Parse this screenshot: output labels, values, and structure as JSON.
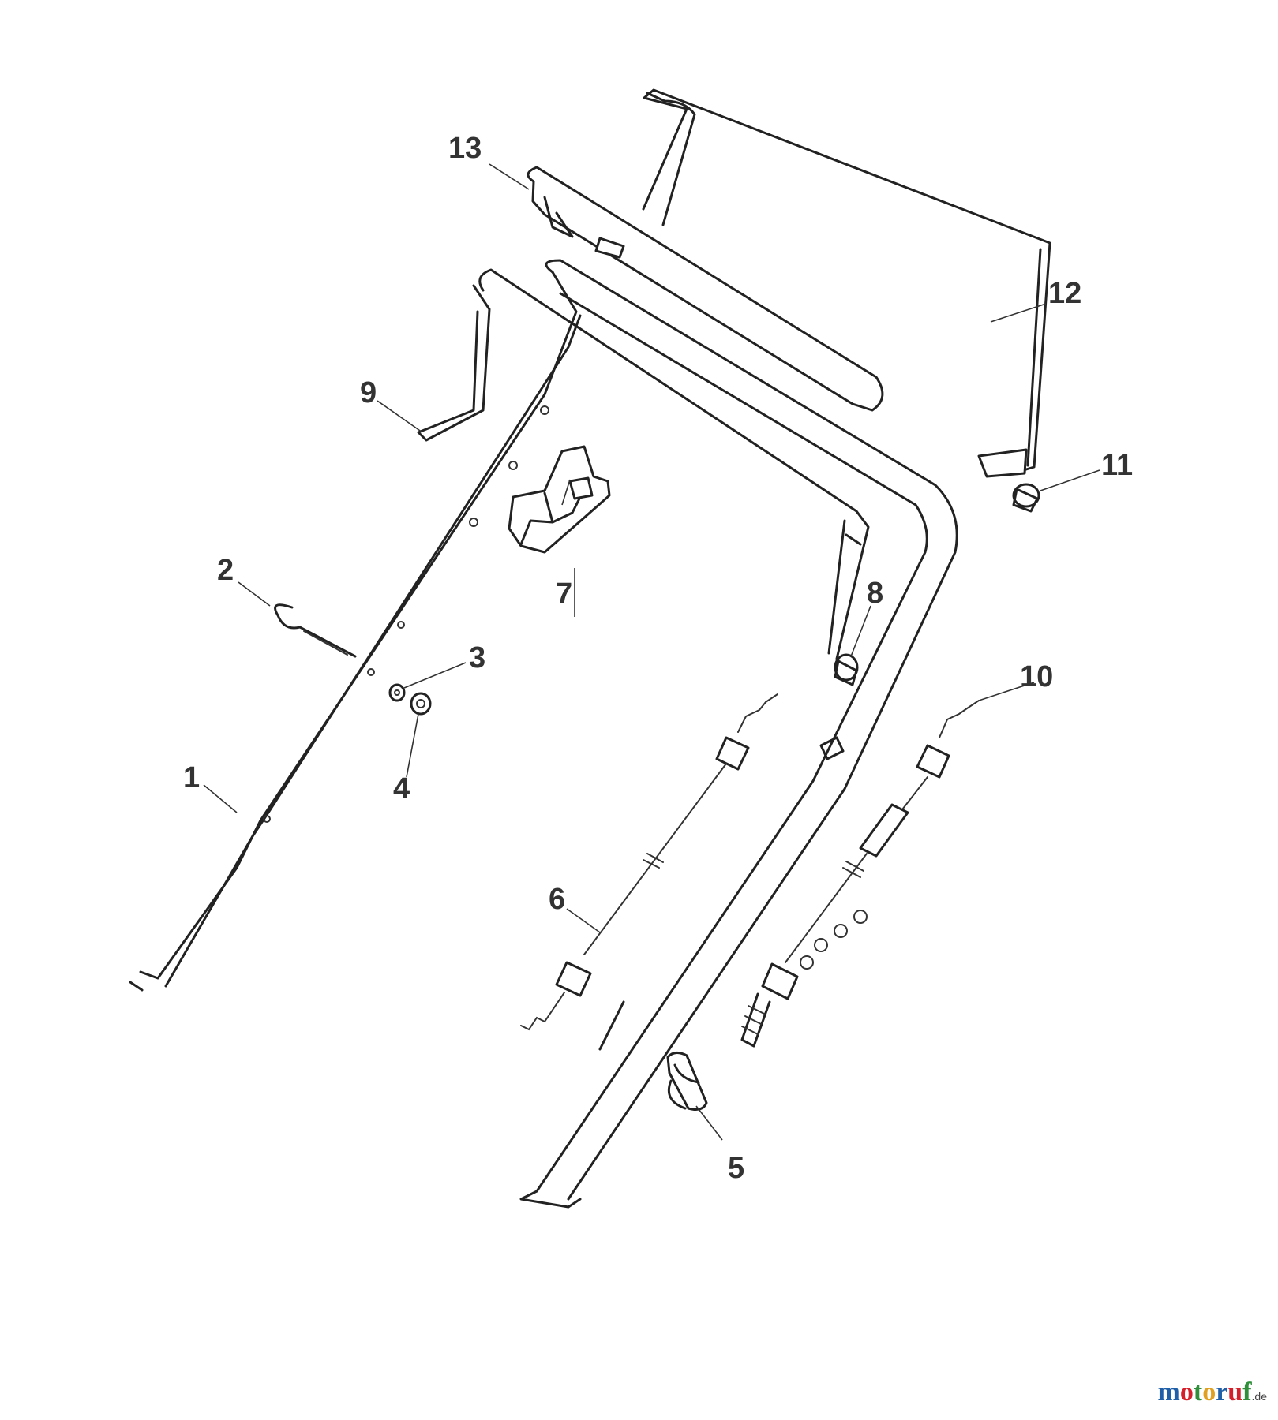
{
  "callouts": [
    {
      "id": "1",
      "label": "1"
    },
    {
      "id": "2",
      "label": "2"
    },
    {
      "id": "3",
      "label": "3"
    },
    {
      "id": "4",
      "label": "4"
    },
    {
      "id": "5",
      "label": "5"
    },
    {
      "id": "6",
      "label": "6"
    },
    {
      "id": "7",
      "label": "7"
    },
    {
      "id": "8",
      "label": "8"
    },
    {
      "id": "9",
      "label": "9"
    },
    {
      "id": "10",
      "label": "10"
    },
    {
      "id": "11",
      "label": "11"
    },
    {
      "id": "12",
      "label": "12"
    },
    {
      "id": "13",
      "label": "13"
    }
  ],
  "watermark": {
    "brand": "motoruf",
    "tld": ".de",
    "colors": [
      "#1f5fa8",
      "#d4202a",
      "#2f8f3a",
      "#e0a020",
      "#1f5fa8",
      "#d4202a",
      "#2f8f3a"
    ]
  }
}
